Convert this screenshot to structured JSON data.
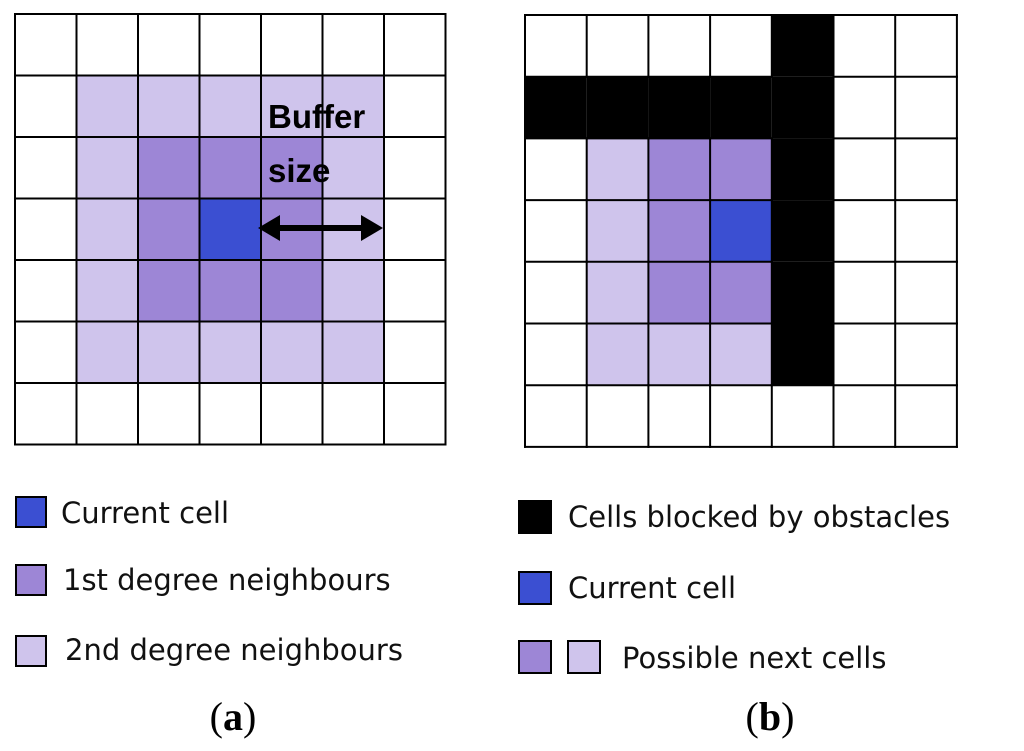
{
  "colors": {
    "current": "#3b4fd2",
    "first_degree": "#9d86d6",
    "second_degree": "#cfc4ec",
    "obstacle": "#000000",
    "empty": "#ffffff",
    "grid_line": "#000000"
  },
  "panel_a": {
    "label_open": "(",
    "label_letter": "a",
    "label_close": ")",
    "buffer_label_line1": "Buffer",
    "buffer_label_line2": "size",
    "grid": [
      [
        "e",
        "e",
        "e",
        "e",
        "e",
        "e",
        "e"
      ],
      [
        "e",
        "s",
        "s",
        "s",
        "s",
        "s",
        "e"
      ],
      [
        "e",
        "s",
        "f",
        "f",
        "f",
        "s",
        "e"
      ],
      [
        "e",
        "s",
        "f",
        "c",
        "f",
        "s",
        "e"
      ],
      [
        "e",
        "s",
        "f",
        "f",
        "f",
        "s",
        "e"
      ],
      [
        "e",
        "s",
        "s",
        "s",
        "s",
        "s",
        "e"
      ],
      [
        "e",
        "e",
        "e",
        "e",
        "e",
        "e",
        "e"
      ]
    ],
    "legend": [
      {
        "swatch": "current",
        "label": "Current cell"
      },
      {
        "swatch": "first_degree",
        "label": "1st degree neighbours"
      },
      {
        "swatch": "second_degree",
        "label": "2nd degree neighbours"
      }
    ]
  },
  "panel_b": {
    "label_open": "(",
    "label_letter": "b",
    "label_close": ")",
    "grid": [
      [
        "e",
        "e",
        "e",
        "e",
        "o",
        "e",
        "e"
      ],
      [
        "o",
        "o",
        "o",
        "o",
        "o",
        "e",
        "e"
      ],
      [
        "e",
        "s",
        "f",
        "f",
        "o",
        "e",
        "e"
      ],
      [
        "e",
        "s",
        "f",
        "c",
        "o",
        "e",
        "e"
      ],
      [
        "e",
        "s",
        "f",
        "f",
        "o",
        "e",
        "e"
      ],
      [
        "e",
        "s",
        "s",
        "s",
        "o",
        "e",
        "e"
      ],
      [
        "e",
        "e",
        "e",
        "e",
        "e",
        "e",
        "e"
      ]
    ],
    "legend": [
      {
        "swatch": "obstacle",
        "label": "Cells blocked by obstacles"
      },
      {
        "swatch": "current",
        "label": "Current cell"
      },
      {
        "swatch": "first_degree+second_degree",
        "label": "Possible next cells"
      }
    ]
  }
}
